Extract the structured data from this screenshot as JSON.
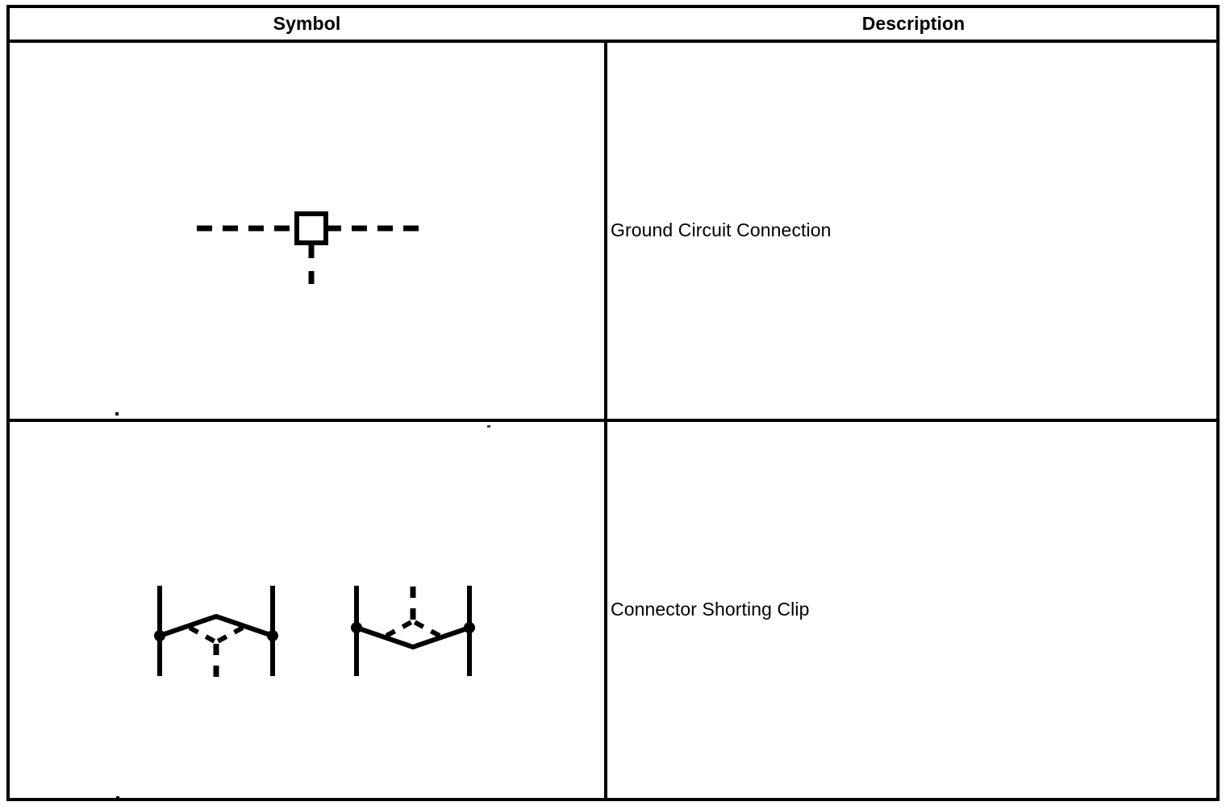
{
  "table": {
    "columns": [
      {
        "key": "symbol",
        "label": "Symbol"
      },
      {
        "key": "description",
        "label": "Description"
      }
    ],
    "rows": [
      {
        "symbol_name": "ground-circuit-connection-symbol",
        "description": "Ground Circuit Connection"
      },
      {
        "symbol_name": "connector-shorting-clip-symbol",
        "description": "Connector Shorting Clip"
      }
    ]
  },
  "colors": {
    "ink": "#000000",
    "paper": "#ffffff"
  },
  "diagram": {
    "ground_circuit_connection": {
      "elements": [
        "dashed-line-left",
        "dashed-line-right",
        "dashed-line-down",
        "hollow-square-terminal"
      ]
    },
    "connector_shorting_clip": {
      "elements": [
        "left-clip-peak-up",
        "right-clip-valley-down",
        "vertical-connector-bars",
        "terminal-dots",
        "dashed-branch-lines"
      ]
    }
  }
}
